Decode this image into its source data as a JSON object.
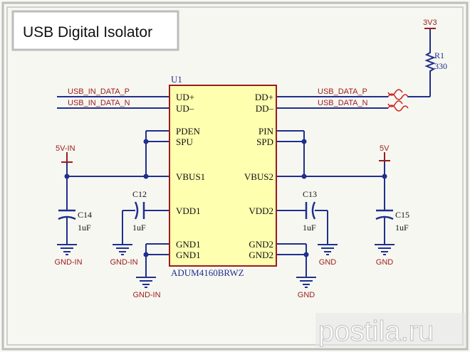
{
  "title": "USB Digital Isolator",
  "component": {
    "ref": "U1",
    "part": "ADUM4160BRWZ",
    "pins_left": [
      "UD+",
      "UD–",
      "PDEN",
      "SPU",
      "VBUS1",
      "VDD1",
      "GND1",
      "GND1"
    ],
    "pins_right": [
      "DD+",
      "DD–",
      "PIN",
      "SPD",
      "VBUS2",
      "VDD2",
      "GND2",
      "GND2"
    ]
  },
  "nets": {
    "usb_in_p": "USB_IN_DATA_P",
    "usb_in_n": "USB_IN_DATA_N",
    "usb_out_p": "USB_DATA_P",
    "usb_out_n": "USB_DATA_N",
    "v5_in": "5V-IN",
    "v5": "5V",
    "v3v3": "3V3",
    "gnd_in": "GND-IN",
    "gnd": "GND"
  },
  "passives": {
    "r1_ref": "R1",
    "r1_val": "330",
    "c12_ref": "C12",
    "c12_val": "1uF",
    "c13_ref": "C13",
    "c13_val": "1uF",
    "c14_ref": "C14",
    "c14_val": "1uF",
    "c15_ref": "C15",
    "c15_val": "1uF"
  },
  "watermark": "postila.ru",
  "colors": {
    "wire": "#1f2f8f",
    "chip_fill": "#ffffb0",
    "chip_stroke": "#9a1c1c",
    "net_label": "#9a1c1c",
    "junction": "#1f2f8f",
    "port_marker": "#cc2222",
    "watermark": "#d9d9d9"
  }
}
